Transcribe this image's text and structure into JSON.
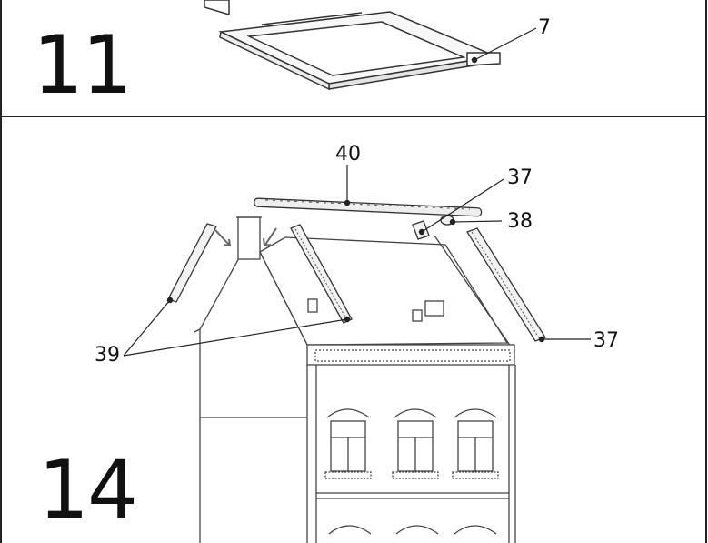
{
  "steps": [
    {
      "number": "11",
      "callouts": [
        "7"
      ]
    },
    {
      "number": "14",
      "callouts": [
        "40",
        "37",
        "38",
        "39",
        "37"
      ]
    }
  ]
}
